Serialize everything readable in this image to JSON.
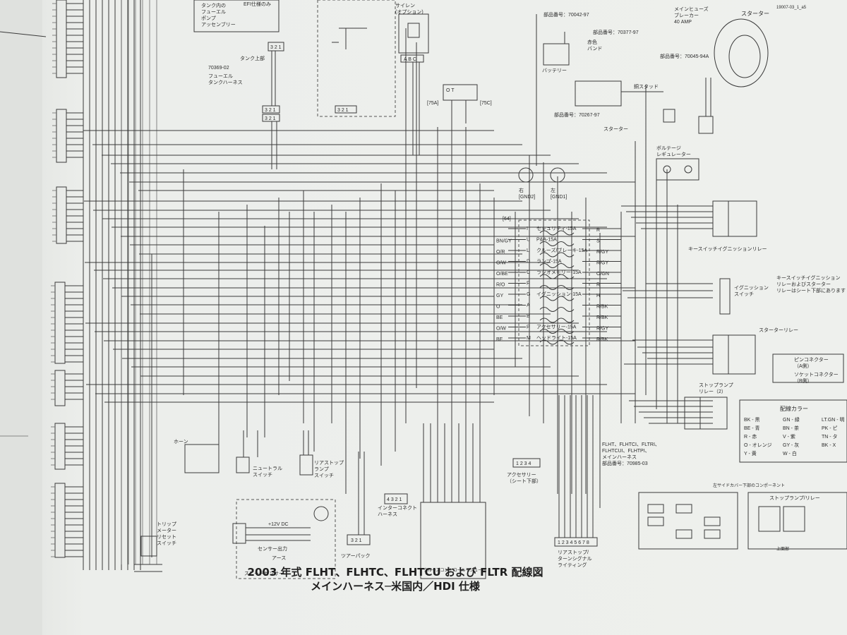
{
  "caption": {
    "line1": "2003 年式 FLHT、FLHTC、FLHTCU および FLTR 配線図",
    "line2": "メインハーネス─米国内／HDI 仕様"
  },
  "top_components": {
    "tank_label": "タンク内の\nフューエル\nポンプ\nアッセンブリー",
    "tank_top": "タンク上部",
    "harness_no": "70369-02",
    "harness_name": "フューエル\nタンクハーネス",
    "siren": "サイレン\n(オプション)",
    "ep_version": "EFI仕様のみ",
    "battery_part": "部品番号：70042-97",
    "battery": "バッテリー",
    "band_part": "部品番号：70377-97",
    "band": "赤色\nバンド",
    "breaker": "メインヒューズ\nブレーカー\n40 AMP",
    "starter": "スターター",
    "solenoid_part": "部品番号：70045-94A",
    "stud": "銅スタッド",
    "starter_part": "部品番号：70267-97",
    "regulator": "ボルテージ\nレギュレーター",
    "doc_ref": "19007-03_1_a5"
  },
  "grounds": {
    "left": "右\n[GND2]",
    "right": "左\n[GND1]"
  },
  "fuse_block": {
    "ref": "[64]",
    "fuses": [
      {
        "id": "I",
        "label": "セキュリティ-15A",
        "wire_in": "",
        "wire_out": "R"
      },
      {
        "id": "U",
        "label": "P&A-15A",
        "wire_in": "BN/GY",
        "wire_out": "S"
      },
      {
        "id": "L",
        "label": "クルーズ/ブレーキ-15A",
        "wire_in": "O/R",
        "wire_out": "R/GY"
      },
      {
        "id": "D",
        "label": "ランプ-15A",
        "wire_in": "O/W",
        "wire_out": "R/GY"
      },
      {
        "id": "C",
        "label": "ラジオメモリー-15A",
        "wire_in": "O/BE",
        "wire_out": "O/GN"
      },
      {
        "id": "F",
        "label": "",
        "wire_in": "R/O",
        "wire_out": "R"
      },
      {
        "id": "G",
        "label": "イグニッション-15A",
        "wire_in": "GY",
        "wire_out": "H"
      },
      {
        "id": "A",
        "label": "",
        "wire_in": "O",
        "wire_out": "R/BK"
      },
      {
        "id": "B",
        "label": "",
        "wire_in": "BE",
        "wire_out": "R/BK"
      },
      {
        "id": "P",
        "label": "アクセサリー-15A",
        "wire_in": "O/W",
        "wire_out": "R/GY"
      },
      {
        "id": "M",
        "label": "ヘッドライト-15A",
        "wire_in": "BE",
        "wire_out": "R/BK"
      }
    ]
  },
  "right_components": {
    "key_relay": "キースイッチイグニッションリレー",
    "ign_switch": "イグニッション\nスイッチ",
    "key_note": "キースイッチイグニッション\nリレーおよびスターター\nリレーはシート下部にあります",
    "starter_relay": "スターターリレー",
    "stoplamp_relay": "ストップランプ\nリレー（2）",
    "pin_connector": "ピンコネクター\n（A側）",
    "socket_connector": "ソケットコネクター\n（B側）",
    "models": "FLHT、FLHTCI、FLTRI、\nFLHTCUI、FLHTPI、\nメインハーネス\n部品番号：70985-03",
    "legend_title": "配線カラー",
    "legend": [
      [
        "BK - 黒",
        "GN - 緑",
        "LT.GN - 明"
      ],
      [
        "BE - 青",
        "BN - 茶",
        "PK - ピ"
      ],
      [
        "R - 赤",
        "V - 紫",
        "TN - タ"
      ],
      [
        "O - オレンジ",
        "GY - 灰",
        "BK - X"
      ],
      [
        "Y - 黄",
        "W - 白",
        ""
      ]
    ],
    "lower_right_note": "左サイドカバー下部のコンポーネント",
    "stoplamp_relay2": "ストップランプ/リレー",
    "upper_side": "上面部"
  },
  "bottom_components": {
    "horn": "ホーン",
    "neutral": "ニュートラル\nスイッチ",
    "rear_lamp": "リアストップ\nランプ\nスイッチ",
    "trip": "トリップ\nメーター\nリセット\nスイッチ",
    "speed_sensor": "スピードセンサー",
    "sensor_out": "センサー出力",
    "ground_label": "アース",
    "plus12": "+12V DC",
    "tour_pack": "ツアーパック",
    "interconnect": "インターコネクト\nハーネス",
    "cruise_module": "クルーズコントロールモジュール",
    "accessory": "アクセサリー\n（シート下部）",
    "rear_lighting": "リアストップ/\nターンシグナル\nライティング"
  }
}
